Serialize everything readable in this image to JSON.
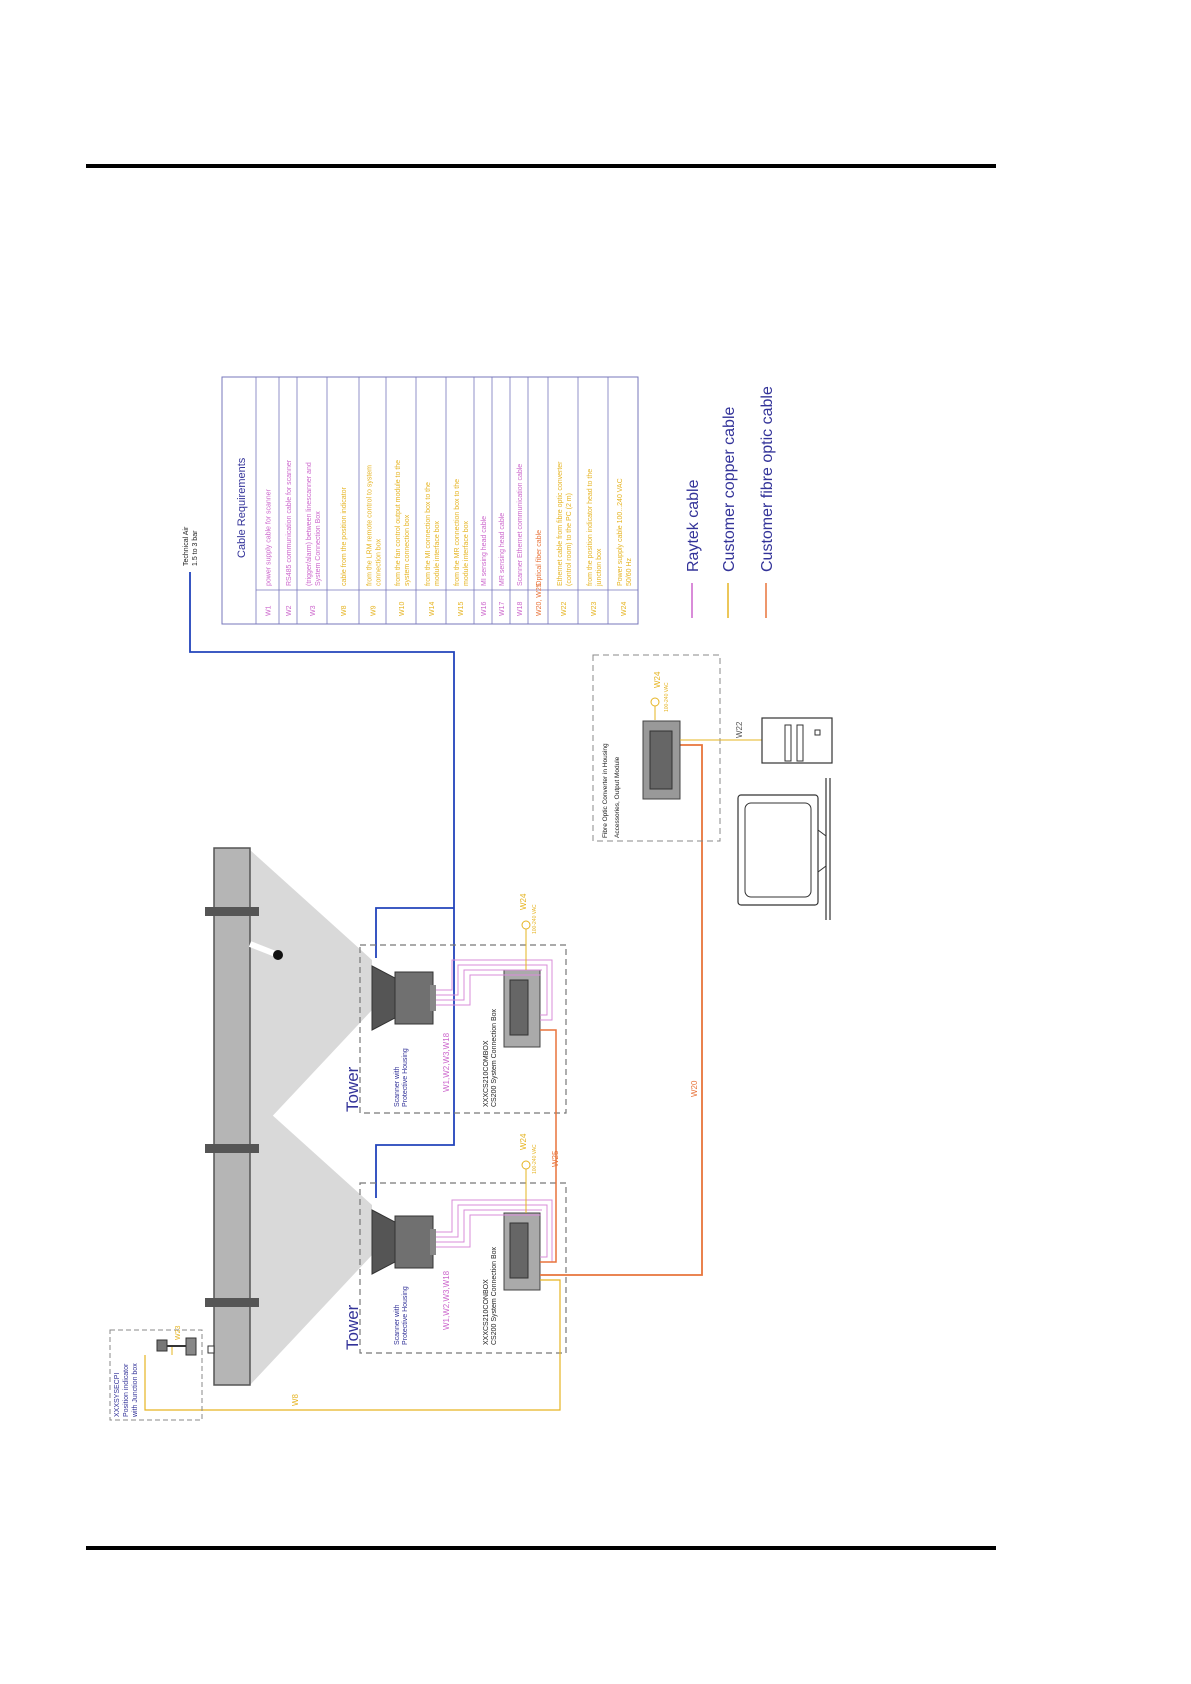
{
  "colors": {
    "raytek": "#cc66cc",
    "copper": "#e6b422",
    "fibre": "#e8743b",
    "air": "#2244bb",
    "tower": "#333399",
    "dash": "#888888",
    "pipe": "#b8b8b8",
    "cone": "#d8d8d8",
    "device": "#555555",
    "table_border": "#7777bb"
  },
  "table": {
    "title": "Cable Requirements",
    "rows": [
      {
        "code": "W1",
        "desc": [
          "power supply cable for scanner"
        ],
        "kind": "raytek"
      },
      {
        "code": "W2",
        "desc": [
          "RS485 communication cable for scanner"
        ],
        "kind": "raytek"
      },
      {
        "code": "W3",
        "desc": [
          "(trigger/alarm) between linescanner and",
          "System Connection Box"
        ],
        "kind": "raytek"
      },
      {
        "code": "W8",
        "desc": [
          "cable from the position indicator"
        ],
        "kind": "copper"
      },
      {
        "code": "W9",
        "desc": [
          "from the LRM remote control to system",
          "connection box"
        ],
        "kind": "copper"
      },
      {
        "code": "W10",
        "desc": [
          "from the fan control output module to the",
          "system connection box"
        ],
        "kind": "copper"
      },
      {
        "code": "W14",
        "desc": [
          "from the MI connection box to the",
          "module interface box"
        ],
        "kind": "copper"
      },
      {
        "code": "W15",
        "desc": [
          "from the MR connection box to the",
          "module interface box"
        ],
        "kind": "copper"
      },
      {
        "code": "W16",
        "desc": [
          "MI sensing head cable"
        ],
        "kind": "raytek"
      },
      {
        "code": "W17",
        "desc": [
          "MR sensing head cable"
        ],
        "kind": "raytek"
      },
      {
        "code": "W18",
        "desc": [
          "Scanner Ethernet communication cable"
        ],
        "kind": "raytek"
      },
      {
        "code": "W20, W25",
        "desc": [
          "Optical fiber cable"
        ],
        "kind": "fibre"
      },
      {
        "code": "W22",
        "desc": [
          "Ethernet cable from fibre optic converter",
          "(control room) to the PC (2 m)"
        ],
        "kind": "copper"
      },
      {
        "code": "W23",
        "desc": [
          "from the position indicator head to the",
          "junction box"
        ],
        "kind": "copper"
      },
      {
        "code": "W24",
        "desc": [
          "Power supply cable 100...240 VAC",
          "50/60 Hz"
        ],
        "kind": "copper"
      }
    ]
  },
  "legend": [
    {
      "label": "Raytek cable",
      "kind": "raytek"
    },
    {
      "label": "Customer copper cable",
      "kind": "copper"
    },
    {
      "label": "Customer fibre optic cable",
      "kind": "fibre"
    }
  ],
  "labels": {
    "tech_air": [
      "Technical Air",
      "1.5 to 3 bar"
    ],
    "tower": "Tower",
    "scanner": [
      "Scanner with",
      "Protective Housing"
    ],
    "scanner_cables": "W1,W2,W3,W18",
    "box1_title": [
      "XXXCS210CONBOX",
      "CS200 System Connection Box"
    ],
    "box2_title": [
      "XXXCS210COMBOX",
      "CS200 System Connection Box"
    ],
    "w24": "W24",
    "w24_volt": "100-240 VAC",
    "w25": "W25",
    "w20": "W20",
    "w22": "W22",
    "w23": "W23",
    "w8": "W8",
    "fibre_box": [
      "Fibre Optic Converter in Housing",
      "Accessories, Output Module"
    ],
    "position": [
      "XXXSYSECPI",
      "Position indicator",
      "with Junction box"
    ]
  }
}
